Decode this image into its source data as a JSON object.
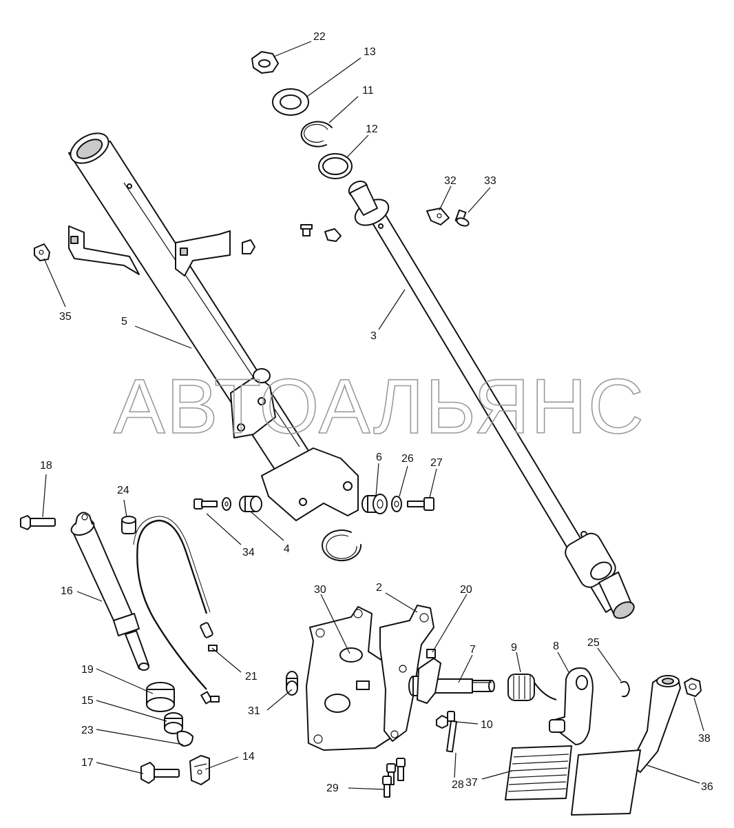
{
  "watermark": "АВТОАЛЬЯНС",
  "callouts": [
    "22",
    "13",
    "11",
    "12",
    "32",
    "33",
    "35",
    "5",
    "3",
    "18",
    "24",
    "6",
    "26",
    "27",
    "34",
    "4",
    "16",
    "21",
    "19",
    "15",
    "23",
    "17",
    "14",
    "30",
    "2",
    "20",
    "7",
    "9",
    "8",
    "25",
    "31",
    "10",
    "38",
    "28",
    "37",
    "36",
    "29"
  ]
}
